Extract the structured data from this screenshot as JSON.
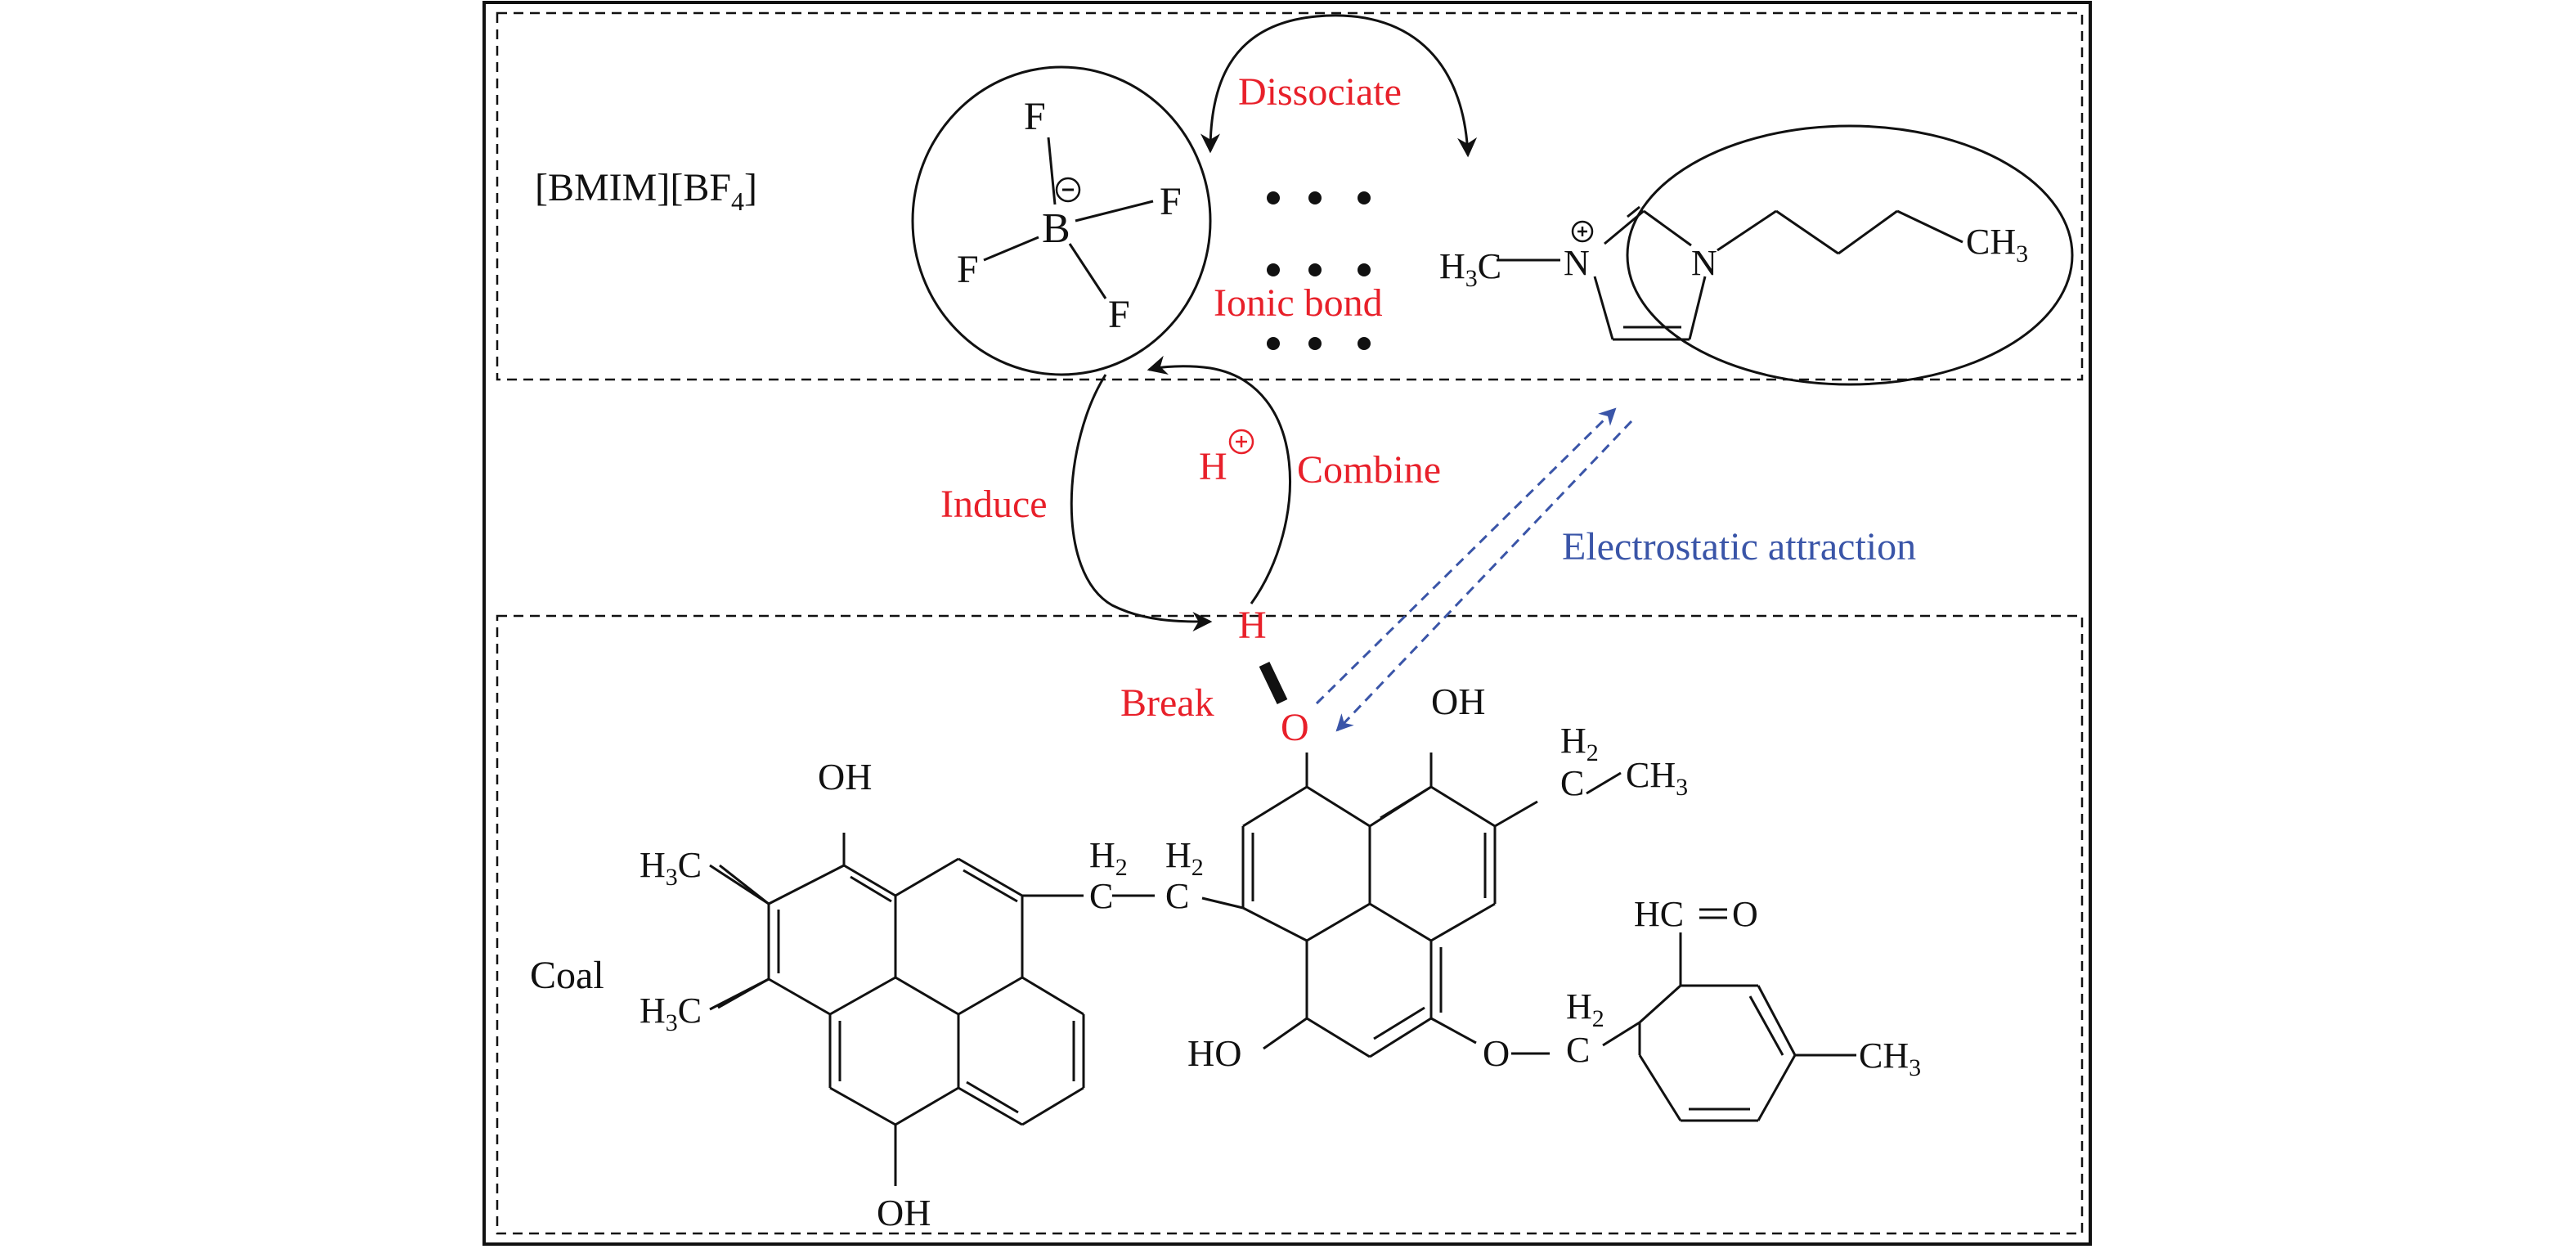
{
  "colors": {
    "ink": "#111111",
    "reaction": "#e8202a",
    "electrostatic": "#3a55a8"
  },
  "labels": {
    "ionic_liquid_tag": "[BMIM][BF",
    "ionic_liquid_tag_sub": "4",
    "ionic_liquid_tag_end": "]",
    "dissociate": "Dissociate",
    "ionic_bond": "Ionic bond",
    "induce": "Induce",
    "combine": "Combine",
    "electrostatic": "Electrostatic attraction",
    "break": "Break",
    "coal": "Coal",
    "proton": "H",
    "hydrogen": "H",
    "oxygen": "O"
  },
  "anion": {
    "boron": "B",
    "fluorine": "F",
    "charge": "−"
  },
  "cation": {
    "methyl_left": "H",
    "methyl_left_sub": "3",
    "methyl_left_c": "C",
    "n_plus": "N",
    "n": "N",
    "ch3": "CH",
    "ch3_sub": "3",
    "plus": "+"
  },
  "coal": {
    "oh": "OH",
    "ho": "HO",
    "h3c": "H",
    "h3c_sub": "3",
    "h3c_c": "C",
    "h2": "H",
    "h2_sub": "2",
    "c": "C",
    "ch3": "CH",
    "ch3_sub": "3",
    "o": "O",
    "hco": "HC",
    "eq_o": "O"
  }
}
